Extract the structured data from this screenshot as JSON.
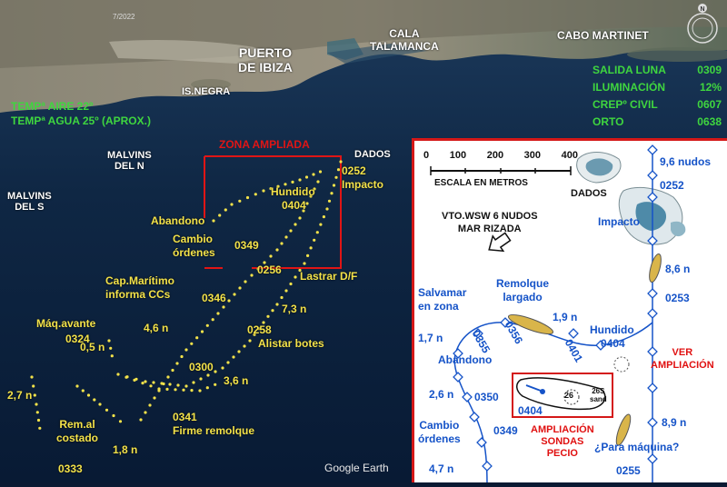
{
  "app": {
    "watermark": "Google Earth",
    "corner_tag": "7/2022"
  },
  "places": {
    "puerto": "PUERTO\nDE IBIZA",
    "cala": "CALA\nTALAMANCA",
    "cabo": "CABO MARTINET",
    "isnegra": "IS.NEGRA",
    "malvins_n": "MALVINS\nDEL N",
    "malvins_s": "MALVINS\nDEL S",
    "dados": "DADOS"
  },
  "weather": {
    "temp_aire": "TEMPª AIRE 22º",
    "temp_agua": "TEMPª AGUA 25º (APROX.)"
  },
  "astro": [
    {
      "label": "SALIDA LUNA",
      "value": "0309"
    },
    {
      "label": "ILUMINACIÓN",
      "value": "12%"
    },
    {
      "label": "CREPº CIVIL",
      "value": "0607"
    },
    {
      "label": "ORTO",
      "value": "0638"
    }
  ],
  "zone_title": "ZONA AMPLIADA",
  "track_labels": {
    "t0252": "0252",
    "impacto": "Impacto",
    "hundido": "Hundido",
    "t0404": "0404",
    "abandono": "Abandono",
    "cambio": "Cambio\nórdenes",
    "t0349": "0349",
    "t0256": "0256",
    "lastrar": "Lastrar D/F",
    "capmaritimo": "Cap.Marítimo\ninforma CCs",
    "t0346": "0346",
    "s73": "7,3 n",
    "maqavante": "Máq.avante",
    "t0324": "0324",
    "s05": "0,5 n",
    "s46": "4,6 n",
    "t0258": "0258",
    "alistar": "Alistar botes",
    "t0300": "0300",
    "s36": "3,6 n",
    "s27": "2,7 n",
    "t0341": "0341",
    "firme": "Firme remolque",
    "remal": "Rem.al\ncostado",
    "s18": "1,8 n",
    "t0333": "0333"
  },
  "inset": {
    "scale_ticks": [
      "0",
      "100",
      "200",
      "300",
      "400"
    ],
    "scale_title": "ESCALA EN METROS",
    "wind": "VTO.WSW 6 NUDOS\nMAR RIZADA",
    "dados": "DADOS",
    "s96": "9,6 nudos",
    "t0252": "0252",
    "impacto": "Impacto",
    "s86": "8,6 n",
    "t0253": "0253",
    "salvamar": "Salvamar\nen zona",
    "remolque": "Remolque\nlargado",
    "s19": "1,9 n",
    "hundido": "Hundido",
    "t0404": "0404",
    "s17": "1,7 n",
    "t0355": "0355",
    "t0356": "0356",
    "t0401": "0401",
    "abandono": "Abandono",
    "ver": "VER\nAMPLIACIÓN",
    "s26": "2,6 n",
    "t0350": "0350",
    "zoom_0404": "0404",
    "zoom_26": "26",
    "zoom_26s": "26S\nsand",
    "s89": "8,9 n",
    "cambio": "Cambio\nórdenes",
    "t0349": "0349",
    "ampliacion": "AMPLIACIÓN\nSONDAS\nPECIO",
    "paramaquina": "¿Para máquina?",
    "s47": "4,7 n",
    "t0255": "0255"
  },
  "colors": {
    "track": "#f3e24a",
    "route": "#1553c8",
    "highlight": "#d41818",
    "info": "#3fd63f"
  }
}
